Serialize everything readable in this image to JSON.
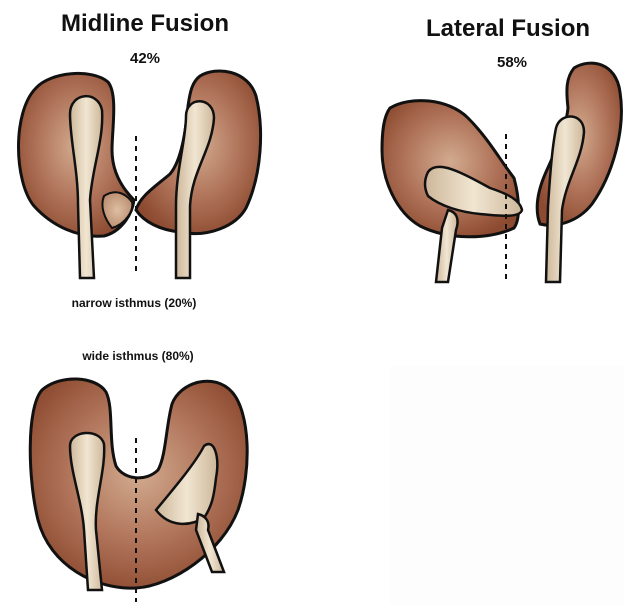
{
  "midline": {
    "title": "Midline Fusion",
    "percent": "42%"
  },
  "lateral": {
    "title": "Lateral Fusion",
    "percent": "58%"
  },
  "narrow_caption": "narrow isthmus (20%)",
  "wide_caption": "wide isthmus (80%)",
  "colors": {
    "kidney_dark": "#8c4a30",
    "kidney_mid": "#b0745a",
    "kidney_light": "#d2ab8f",
    "pelvis": "#e9dcc4",
    "outline": "#111111"
  }
}
